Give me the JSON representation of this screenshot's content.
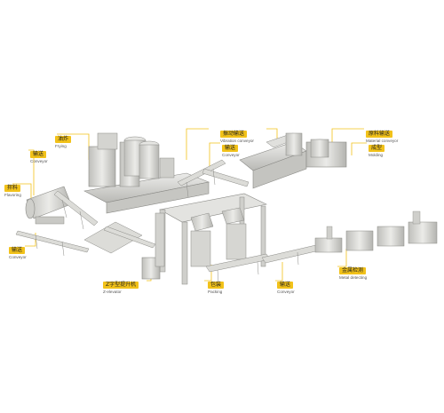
{
  "labels": {
    "frying": {
      "cn": "油炸",
      "en": "Frying"
    },
    "conveyor_a": {
      "cn": "输送",
      "en": "Conveyor"
    },
    "flavoring": {
      "cn": "拌料",
      "en": "Flavoring"
    },
    "conveyor_b": {
      "cn": "输送",
      "en": "Conveyor"
    },
    "vibration": {
      "cn": "振动输送",
      "en": "Vibration conveyor"
    },
    "conveyor_c": {
      "cn": "输送",
      "en": "Conveyor"
    },
    "material": {
      "cn": "原料输送",
      "en": "Material conveyor"
    },
    "molding": {
      "cn": "成型",
      "en": "Molding"
    },
    "z_elevator": {
      "cn": "Z字型提升机",
      "en": "Z-elevator"
    },
    "packing": {
      "cn": "包装",
      "en": "Packing"
    },
    "conveyor_d": {
      "cn": "输送",
      "en": "Conveyor"
    },
    "metal_detect": {
      "cn": "金属检测",
      "en": "Metal detecting"
    }
  },
  "colors": {
    "label_bg": "#f2c21a",
    "machine_fill": "#d9d9d6",
    "machine_stroke": "#8a8a86",
    "leader": "#f2c21a"
  }
}
